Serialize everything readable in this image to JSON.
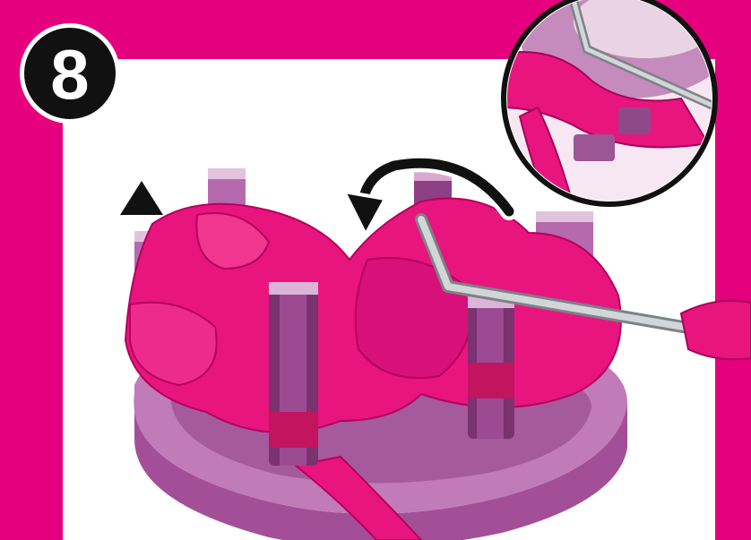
{
  "step": {
    "number": "8"
  },
  "colors": {
    "frame": "#e5007e",
    "panel": "#ffffff",
    "yarn": "#e8157f",
    "loom": "#b45fa8",
    "loom_dark": "#7d2f74",
    "hook": "#c9cdd0",
    "badge": "#111111",
    "arrow": "#111111"
  },
  "icons": {
    "direction_arrow": "curved-arrow-counterclockwise",
    "marker": "triangle-up-marker",
    "detail_view": "circular-zoom-inset"
  }
}
